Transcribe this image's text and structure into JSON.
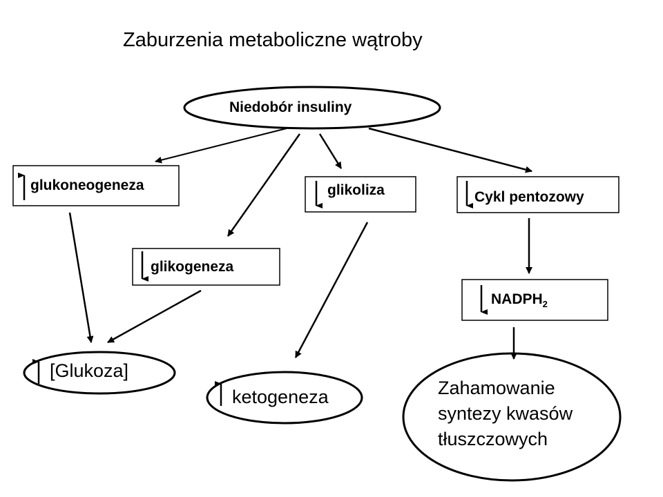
{
  "title": "Zaburzenia metaboliczne wątroby",
  "nodes": {
    "insulin": {
      "label": "Niedobór insuliny"
    },
    "gluconeogenesis": {
      "label": "glukoneogeneza",
      "trend": "up"
    },
    "glycogenesis": {
      "label": "glikogeneza",
      "trend": "down"
    },
    "glycolysis": {
      "label": "glikoliza",
      "trend": "down"
    },
    "pentose_cycle": {
      "label": "Cykl pentozowy",
      "trend": "down"
    },
    "nadph": {
      "label": "NADPH",
      "subscript": "2",
      "trend": "down"
    },
    "glucose": {
      "label": "[Glukoza]",
      "trend": "up"
    },
    "ketogenesis": {
      "label": "ketogeneza",
      "trend": "up"
    },
    "fatty_acid_inhibition": {
      "lines": [
        "Zahamowanie",
        "syntezy kwasów",
        "tłuszczowych"
      ]
    }
  },
  "edges": [
    {
      "from": "insulin",
      "to": "gluconeogenesis"
    },
    {
      "from": "insulin",
      "to": "glycogenesis"
    },
    {
      "from": "insulin",
      "to": "glycolysis"
    },
    {
      "from": "insulin",
      "to": "pentose_cycle"
    },
    {
      "from": "gluconeogenesis",
      "to": "glucose"
    },
    {
      "from": "glycogenesis",
      "to": "glucose"
    },
    {
      "from": "glycolysis",
      "to": "ketogenesis"
    },
    {
      "from": "pentose_cycle",
      "to": "nadph"
    },
    {
      "from": "nadph",
      "to": "fatty_acid_inhibition"
    }
  ]
}
